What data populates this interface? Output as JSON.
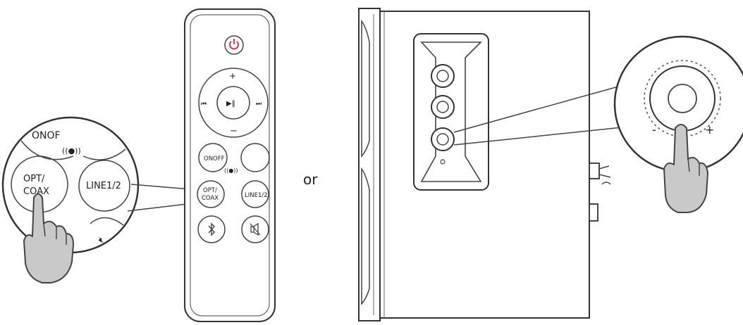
{
  "zoom_remote": {
    "onoff_label": "ONOF",
    "input_label_line1": "OPT/",
    "input_label_line2": "COAX",
    "line_label": "LINE1/2"
  },
  "remote": {
    "power_icon": "power-icon",
    "accent_color": "#e0345a",
    "onoff_label": "ONOFF",
    "input_label_line1": "OPT/",
    "input_label_line2": "COAX",
    "line_label": "LINE1/2",
    "bluetooth_icon": "bluetooth-icon",
    "mute_icon": "mute-icon"
  },
  "separator_text": "or",
  "speaker": {
    "zoom_minus": "-",
    "zoom_plus": "+"
  }
}
